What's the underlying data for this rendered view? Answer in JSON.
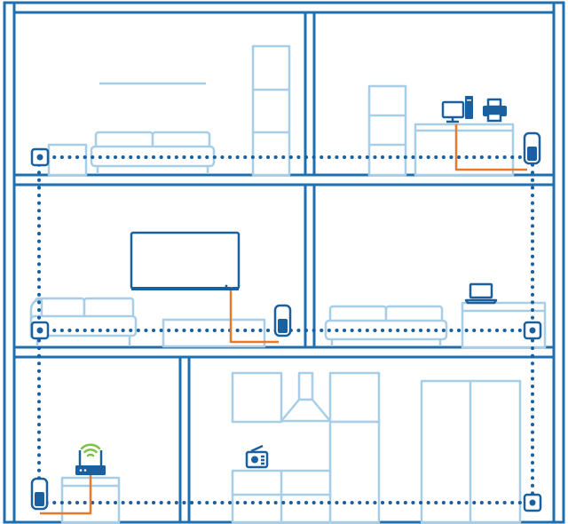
{
  "palette": {
    "structure": "#1d6fb0",
    "furniture": "#a8cde6",
    "network_dots": "#1a5f9e",
    "ethernet_cable": "#e8782a",
    "wifi_signal": "#7cc243"
  },
  "floors": [
    {
      "level": "top",
      "rooms": [
        "living-room",
        "office"
      ]
    },
    {
      "level": "middle",
      "rooms": [
        "tv-lounge",
        "study"
      ]
    },
    {
      "level": "ground",
      "rooms": [
        "entry",
        "kitchen"
      ]
    }
  ],
  "devices": [
    {
      "kind": "powerline-adapter",
      "connected_to": "computer-and-printer"
    },
    {
      "kind": "powerline-adapter",
      "connected_to": "smart-tv"
    },
    {
      "kind": "powerline-adapter",
      "connected_to": "wifi-router"
    },
    {
      "kind": "computer",
      "icon": "monitor-icon"
    },
    {
      "kind": "printer",
      "icon": "printer-icon"
    },
    {
      "kind": "tv",
      "icon": "tv-icon"
    },
    {
      "kind": "laptop",
      "icon": "laptop-icon"
    },
    {
      "kind": "router",
      "icon": "router-icon"
    },
    {
      "kind": "radio",
      "icon": "radio-icon"
    }
  ]
}
